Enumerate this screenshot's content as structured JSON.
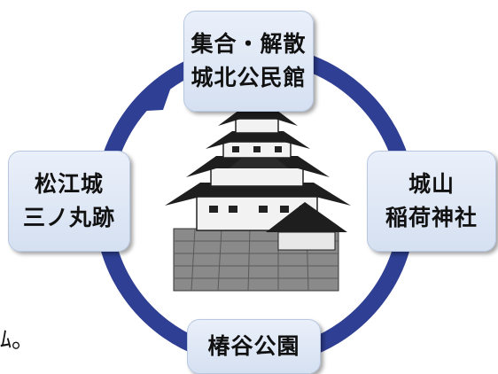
{
  "diagram": {
    "nodes": {
      "top": {
        "line1": "集合・解散",
        "line2": "城北公民館"
      },
      "right": {
        "line1": "城山",
        "line2": "稲荷神社"
      },
      "bottom": {
        "line1": "椿谷公園"
      },
      "left": {
        "line1": "松江城",
        "line2": "三ノ丸跡"
      }
    },
    "ring_color": "#2f3f93",
    "fragment_text": "ﾑ。"
  }
}
